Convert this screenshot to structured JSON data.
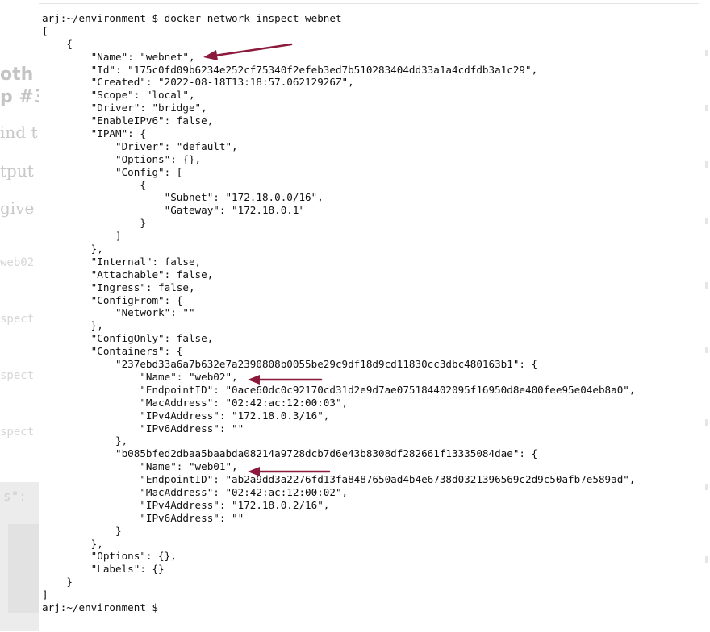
{
  "terminal": {
    "prompt_line": "arj:~/environment $ docker network inspect webnet",
    "output_lines": [
      "[",
      "    {",
      "        \"Name\": \"webnet\",",
      "        \"Id\": \"175c0fd09b6234e252cf75340f2efeb3ed7b510283404dd33a1a4cdfdb3a1c29\",",
      "        \"Created\": \"2022-08-18T13:18:57.06212926Z\",",
      "        \"Scope\": \"local\",",
      "        \"Driver\": \"bridge\",",
      "        \"EnableIPv6\": false,",
      "        \"IPAM\": {",
      "            \"Driver\": \"default\",",
      "            \"Options\": {},",
      "            \"Config\": [",
      "                {",
      "                    \"Subnet\": \"172.18.0.0/16\",",
      "                    \"Gateway\": \"172.18.0.1\"",
      "                }",
      "            ]",
      "        },",
      "        \"Internal\": false,",
      "        \"Attachable\": false,",
      "        \"Ingress\": false,",
      "        \"ConfigFrom\": {",
      "            \"Network\": \"\"",
      "        },",
      "        \"ConfigOnly\": false,",
      "        \"Containers\": {",
      "            \"237ebd33a6a7b632e7a2390808b0055be29c9df18d9cd11830cc3dbc480163b1\": {",
      "                \"Name\": \"web02\",",
      "                \"EndpointID\": \"0ace60dc0c92170cd31d2e9d7ae075184402095f16950d8e400fee95e04eb8a0\",",
      "                \"MacAddress\": \"02:42:ac:12:00:03\",",
      "                \"IPv4Address\": \"172.18.0.3/16\",",
      "                \"IPv6Address\": \"\"",
      "            },",
      "            \"b085bfed2dbaa5baabda08214a9728dcb7d6e43b8308df282661f13335084dae\": {",
      "                \"Name\": \"web01\",",
      "                \"EndpointID\": \"ab2a9dd3a2276fd13fa8487650ad4b4e6738d0321396569c2d9c50afb7e589ad\",",
      "                \"MacAddress\": \"02:42:ac:12:00:02\",",
      "                \"IPv4Address\": \"172.18.0.2/16\",",
      "                \"IPv6Address\": \"\"",
      "            }",
      "        },",
      "        \"Options\": {},",
      "        \"Labels\": {}",
      "    }",
      "]"
    ],
    "final_prompt": "arj:~/environment $"
  },
  "background": {
    "heading_1": "oth co",
    "heading_2": "p #3",
    "text_1": "ind t",
    "text_2": "tput",
    "text_3": "give t",
    "code_1": "web02",
    "code_2": "spect",
    "code_3": "spect",
    "code_4": "spect",
    "dark_label": "s\":"
  },
  "colors": {
    "arrow": "#8b1a3c",
    "text": "#111111",
    "background_faded": "#c8c8c8"
  }
}
